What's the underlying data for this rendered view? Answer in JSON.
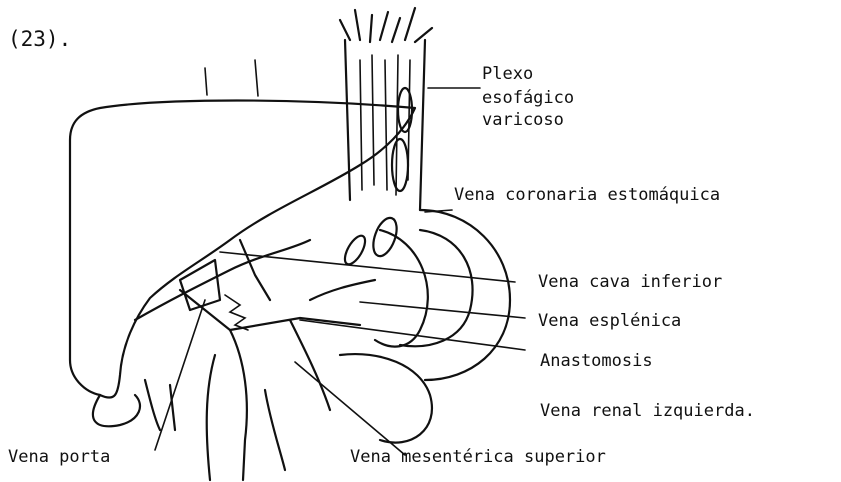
{
  "figure_ref": "(23).",
  "labels": {
    "plexo": [
      "Plexo",
      "esofágico",
      "varicoso"
    ],
    "coronaria": "Vena coronaria estomáquica",
    "cava": "Vena cava inferior",
    "esplenica": "Vena esplénica",
    "anastomosis": "Anastomosis",
    "renal": "Vena renal izquierda.",
    "porta": "Vena porta",
    "mesenterica": "Vena mesentérica superior"
  }
}
